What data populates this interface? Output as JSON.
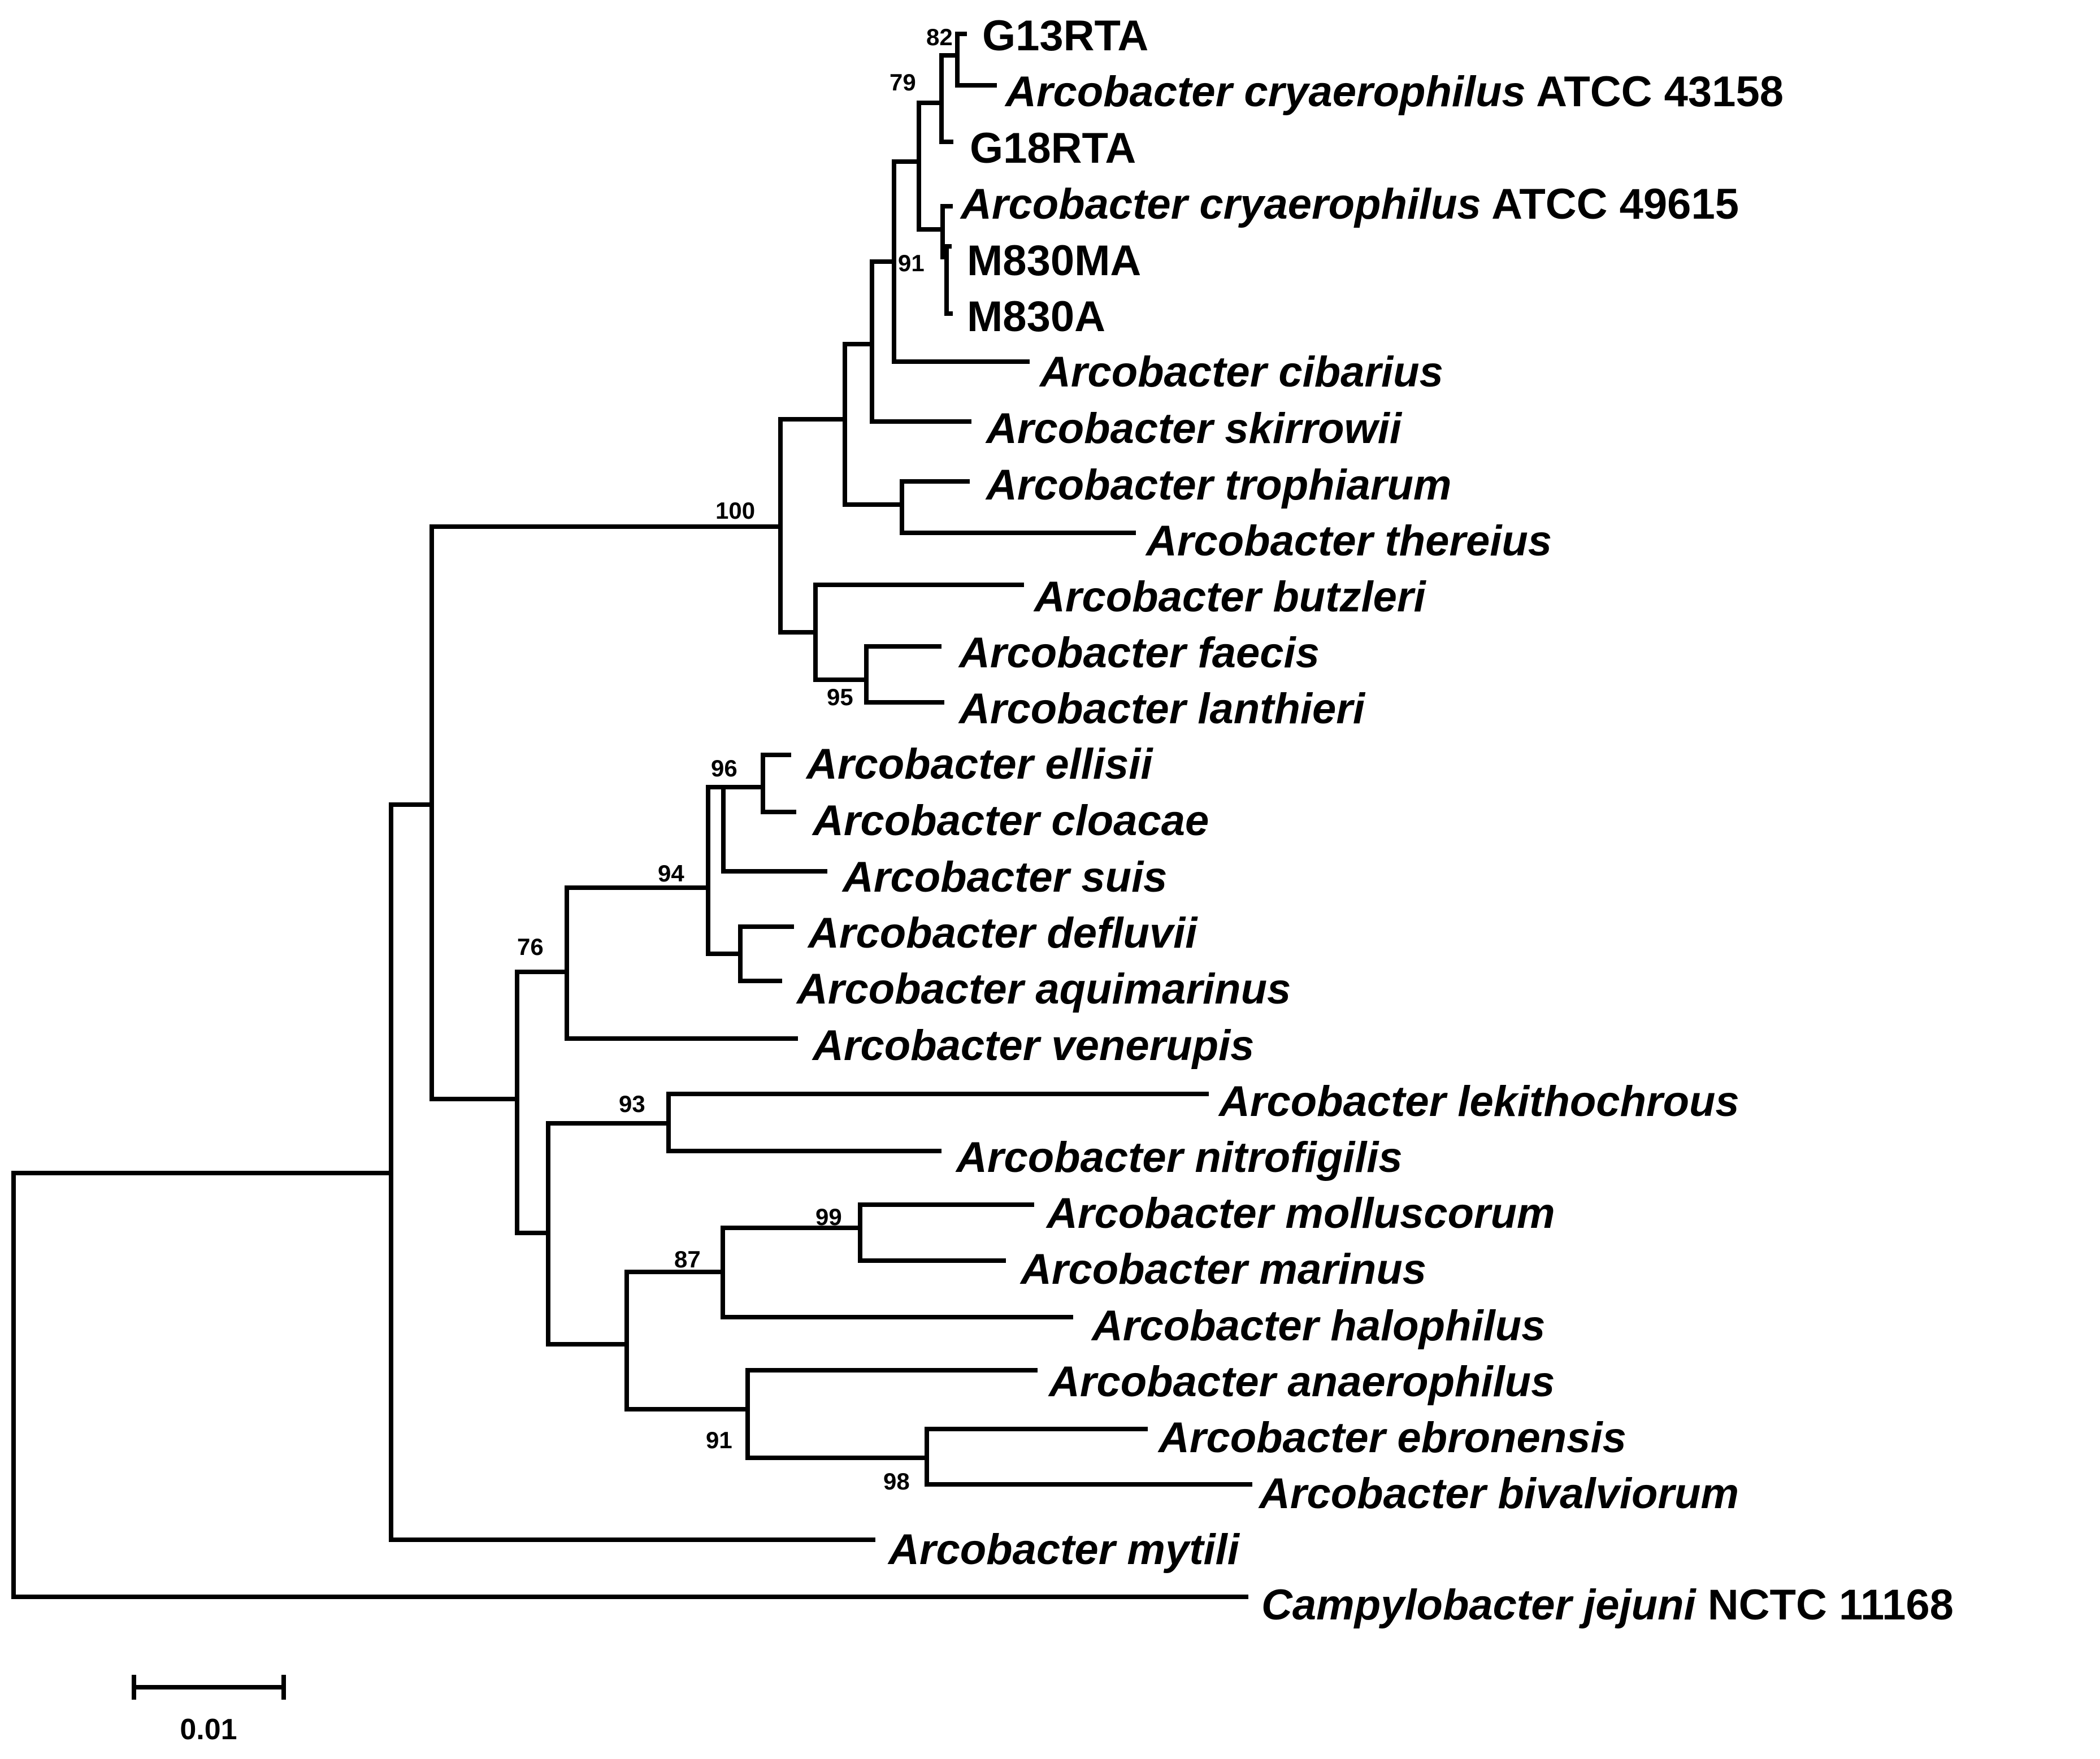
{
  "tree": {
    "taxa": {
      "g13": {
        "italic": "",
        "plain": "G13RTA"
      },
      "cry43158": {
        "italic": "Arcobacter cryaerophilus",
        "plain": " ATCC 43158"
      },
      "g18": {
        "italic": "",
        "plain": "G18RTA"
      },
      "cry49615": {
        "italic": "Arcobacter cryaerophilus",
        "plain": " ATCC 49615"
      },
      "m830ma": {
        "italic": "",
        "plain": "M830MA"
      },
      "m830a": {
        "italic": "",
        "plain": "M830A"
      },
      "cibarius": {
        "italic": "Arcobacter cibarius",
        "plain": ""
      },
      "skirrowii": {
        "italic": "Arcobacter skirrowii",
        "plain": ""
      },
      "trophiarum": {
        "italic": "Arcobacter trophiarum",
        "plain": ""
      },
      "thereius": {
        "italic": "Arcobacter thereius",
        "plain": ""
      },
      "butzleri": {
        "italic": "Arcobacter butzleri",
        "plain": ""
      },
      "faecis": {
        "italic": "Arcobacter faecis",
        "plain": ""
      },
      "lanthieri": {
        "italic": "Arcobacter lanthieri",
        "plain": ""
      },
      "ellisii": {
        "italic": "Arcobacter ellisii",
        "plain": ""
      },
      "cloacae": {
        "italic": "Arcobacter cloacae",
        "plain": ""
      },
      "suis": {
        "italic": "Arcobacter suis",
        "plain": ""
      },
      "defluvii": {
        "italic": "Arcobacter defluvii",
        "plain": ""
      },
      "aquimarinus": {
        "italic": "Arcobacter aquimarinus",
        "plain": ""
      },
      "venerupis": {
        "italic": "Arcobacter venerupis",
        "plain": ""
      },
      "lekithochrous": {
        "italic": "Arcobacter lekithochrous",
        "plain": ""
      },
      "nitrofigilis": {
        "italic": "Arcobacter nitrofigilis",
        "plain": ""
      },
      "molluscorum": {
        "italic": "Arcobacter molluscorum",
        "plain": ""
      },
      "marinus": {
        "italic": "Arcobacter marinus",
        "plain": ""
      },
      "halophilus": {
        "italic": "Arcobacter halophilus",
        "plain": ""
      },
      "anaerophilus": {
        "italic": "Arcobacter anaerophilus",
        "plain": ""
      },
      "ebronensis": {
        "italic": "Arcobacter ebronensis",
        "plain": ""
      },
      "bivalviorum": {
        "italic": "Arcobacter bivalviorum",
        "plain": ""
      },
      "mytili": {
        "italic": "Arcobacter mytili",
        "plain": ""
      },
      "jejuni": {
        "italic": "Campylobacter jejuni",
        "plain": " NCTC 11168"
      }
    },
    "support": {
      "n82": "82",
      "n79": "79",
      "n91a": "91",
      "n100": "100",
      "n95": "95",
      "n96": "96",
      "n94": "94",
      "n76": "76",
      "n93": "93",
      "n99": "99",
      "n87": "87",
      "n91b": "91",
      "n98": "98"
    },
    "scale_bar": {
      "label": "0.01"
    }
  }
}
